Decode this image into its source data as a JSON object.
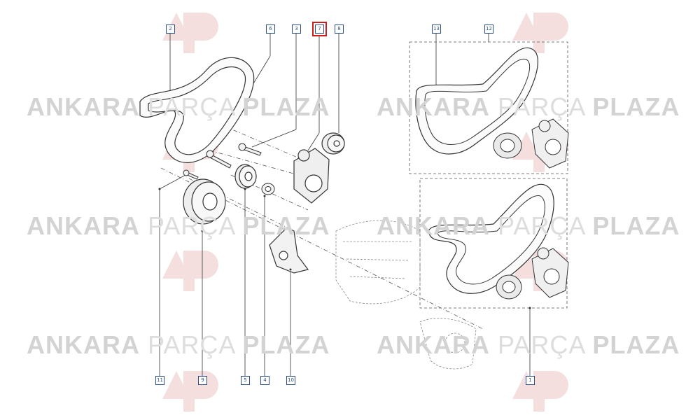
{
  "diagram": {
    "colors": {
      "line": "#444444",
      "callout": "#2c4f84",
      "highlight": "#d21b1b",
      "watermark": "#d3d3d3",
      "logo": "#f2d8d8"
    },
    "watermark": {
      "word1": "ANKARA",
      "word2": "PARÇA",
      "word3": "PLAZA"
    },
    "callouts": [
      {
        "id": "2",
        "label": "2"
      },
      {
        "id": "6",
        "label": "6"
      },
      {
        "id": "3",
        "label": "3"
      },
      {
        "id": "7",
        "label": "7",
        "selected": true
      },
      {
        "id": "8",
        "label": "8"
      },
      {
        "id": "13",
        "label": "13"
      },
      {
        "id": "12",
        "label": "12"
      },
      {
        "id": "11",
        "label": "11"
      },
      {
        "id": "9",
        "label": "9"
      },
      {
        "id": "5",
        "label": "5"
      },
      {
        "id": "4",
        "label": "4"
      },
      {
        "id": "10",
        "label": "10"
      },
      {
        "id": "1",
        "label": "1"
      }
    ]
  }
}
